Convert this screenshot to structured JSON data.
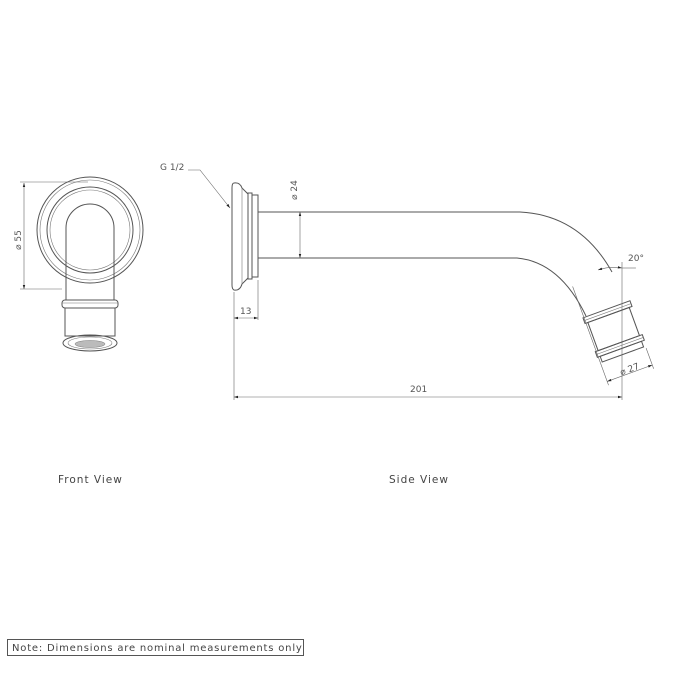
{
  "drawing": {
    "dimensions": {
      "thread": "G 1/2",
      "pipe_diameter": "⌀ 24",
      "rosette_diameter": "⌀ 55",
      "backplate_depth": "13",
      "projection": "201",
      "outlet_angle": "20°",
      "outlet_diameter": "⌀ 27"
    },
    "views": {
      "front": "Front View",
      "side": "Side View"
    },
    "note": "Note:  Dimensions are nominal measurements only"
  }
}
